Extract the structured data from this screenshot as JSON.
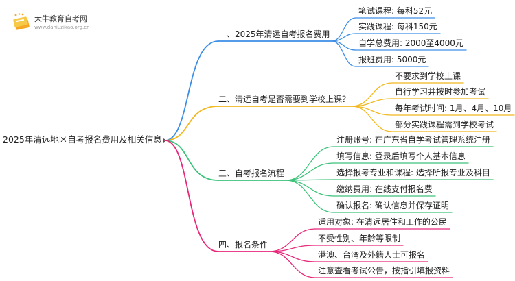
{
  "logo": {
    "title": "大牛教育自考网",
    "url": "www.daniuzikao.org.cn"
  },
  "root": "2025年清远地区自考报名费用及相关信息",
  "branches": [
    {
      "label": "一、2025年清远自考报名费用",
      "color": "#3d8fe6",
      "children": [
        "笔试课程: 每科52元",
        "实践课程: 每科150元",
        "自学总费用: 2000至4000元",
        "报班费用: 5000元"
      ]
    },
    {
      "label": "二、清远自考是否需要到学校上课？",
      "color": "#f2b81e",
      "children": [
        "不要求到学校上课",
        "自行学习并按时参加考试",
        "每年考试时间: 1月、4月、10月",
        "部分实践课程需到学校考试"
      ]
    },
    {
      "label": "三、自考报名流程",
      "color": "#3cc27a",
      "children": [
        "注册账号: 在广东省自学考试管理系统注册",
        "填写信息: 登录后填写个人基本信息",
        "选择报考专业和课程: 选择所报专业及科目",
        "缴纳费用: 在线支付报名费",
        "确认报名: 确认信息并保存证明"
      ]
    },
    {
      "label": "四、报名条件",
      "color": "#e8287a",
      "children": [
        "适用对象: 在清远居住和工作的公民",
        "不受性别、年龄等限制",
        "港澳、台湾及外籍人士可报名",
        "注意查看考试公告，按指引填报资料"
      ]
    }
  ]
}
